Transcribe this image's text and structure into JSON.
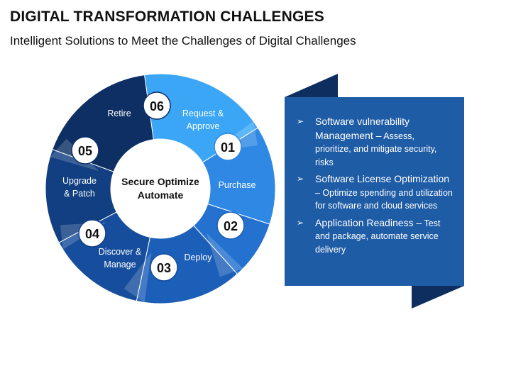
{
  "header": {
    "title": "DIGITAL TRANSFORMATION CHALLENGES",
    "subtitle": "Intelligent Solutions to Meet the Challenges of Digital Challenges"
  },
  "cycle": {
    "center_line1": "Secure Optimize",
    "center_line2": "Automate",
    "steps": [
      {
        "number": "01",
        "label_line1": "Request &",
        "label_line2": "Approve",
        "color": "#3AA6F5"
      },
      {
        "number": "",
        "label_line1": "Purchase",
        "label_line2": "",
        "color": "#2F88E4"
      },
      {
        "number": "02",
        "label_line1": "",
        "label_line2": "",
        "color": "#2471CF"
      },
      {
        "number": "03",
        "label_line1": "Deploy",
        "label_line2": "",
        "color": "#1C5FB8"
      },
      {
        "number": "04",
        "label_line1": "Discover &",
        "label_line2": "Manage",
        "color": "#164E9D"
      },
      {
        "number": "05",
        "label_line1": "Upgrade",
        "label_line2": "& Patch",
        "color": "#123F82"
      },
      {
        "number": "06",
        "label_line1": "Retire",
        "label_line2": "",
        "color": "#0E2F63"
      }
    ]
  },
  "panel": {
    "items": [
      {
        "lead": "Software vulnerability Management –",
        "rest": " Assess, prioritize, and mitigate security, risks"
      },
      {
        "lead": "Software License Optimization",
        "rest": " – Optimize spending and utilization for software and cloud services"
      },
      {
        "lead": "Application Readiness –",
        "rest": " Test and package, automate service delivery"
      }
    ],
    "bullet_glyph": "➢",
    "colors": {
      "front": "#1F5CA6",
      "back": "#0D2E5E",
      "fold": "#0A2550"
    }
  }
}
